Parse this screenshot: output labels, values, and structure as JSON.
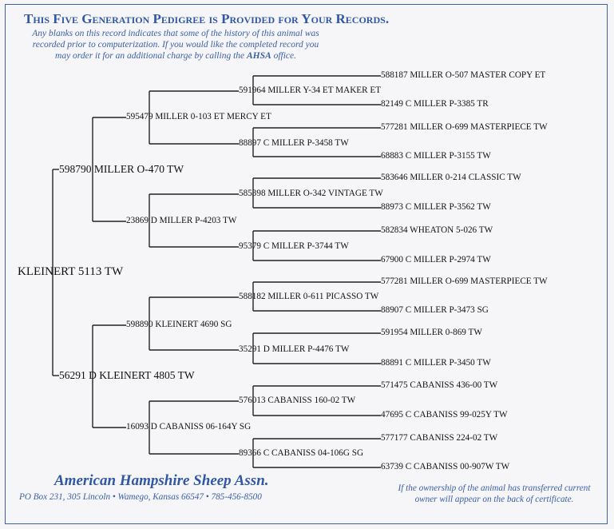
{
  "header": {
    "title": "This Five Generation Pedigree is Provided for Your Records.",
    "notice_part1": "Any blanks on this record indicates that some of the history of this animal was recorded prior to computerization.  If you would like the completed record you may order it for an additional charge by calling the ",
    "notice_org": "AHSA",
    "notice_part2": " office."
  },
  "pedigree": {
    "animal": "KLEINERT 5113 TW",
    "parents": [
      "598790 MILLER O-470 TW",
      "56291 D KLEINERT 4805 TW"
    ],
    "grandparents": [
      "595479 MILLER 0-103 ET MERCY ET",
      "23869 D MILLER P-4203 TW",
      "598890 KLEINERT 4690 SG",
      "16093 D CABANISS 06-164Y SG"
    ],
    "great_grandparents": [
      "591964 MILLER Y-34 ET MAKER ET",
      "88897 C MILLER P-3458 TW",
      "585398 MILLER O-342 VINTAGE TW",
      "95379 C MILLER P-3744 TW",
      "588182 MILLER 0-611 PICASSO TW",
      "35291 D MILLER P-4476 TW",
      "576013 CABANISS 160-02 TW",
      "89366 C CABANISS 04-106G SG"
    ],
    "great_great_grandparents": [
      "588187 MILLER O-507 MASTER COPY ET",
      "82149 C MILLER P-3385 TR",
      "577281 MILLER O-699 MASTERPIECE TW",
      "68883 C MILLER P-3155 TW",
      "583646 MILLER 0-214 CLASSIC TW",
      "88973 C MILLER P-3562 TW",
      "582834 WHEATON 5-026 TW",
      "67900 C MILLER P-2974 TW",
      "577281 MILLER O-699 MASTERPIECE TW",
      "88907 C MILLER P-3473 SG",
      "591954 MILLER 0-869 TW",
      "88891 C MILLER P-3450 TW",
      "571475 CABANISS 436-00 TW",
      "47695 C CABANISS 99-025Y TW",
      "577177 CABANISS 224-02 TW",
      "63739 C CABANISS 00-907W TW"
    ]
  },
  "footer": {
    "association_name": "American Hampshire Sheep Assn.",
    "address": "PO Box 231, 305 Lincoln  •  Wamego, Kansas 66547  •  785-456-8500",
    "transfer_note": "If the ownership of the animal has transferred current owner will appear on the back of certificate."
  }
}
